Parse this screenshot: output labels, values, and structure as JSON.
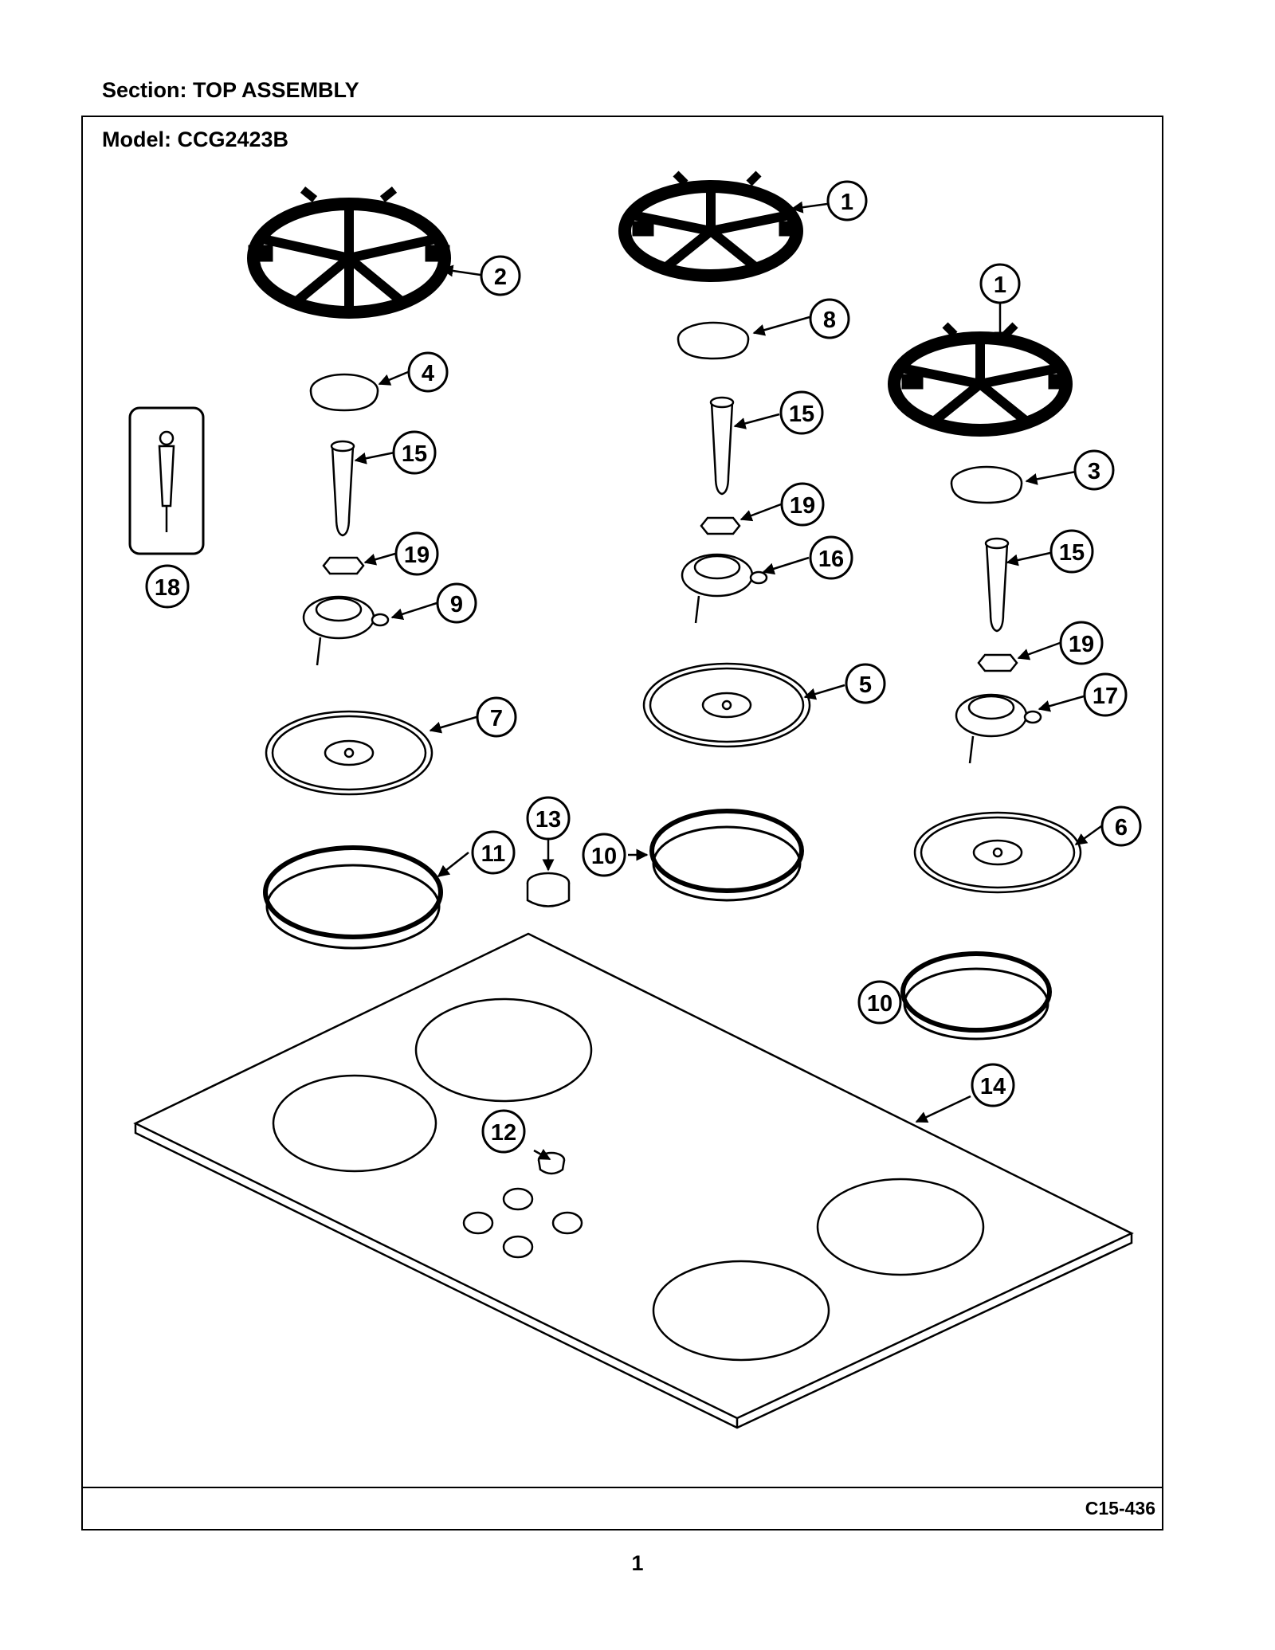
{
  "header": {
    "section_title": "Section:  TOP ASSEMBLY",
    "model_title": "Model:  CCG2423B"
  },
  "footer": {
    "diagram_code": "C15-436",
    "page_number": "1"
  },
  "callouts": [
    "1",
    "1",
    "2",
    "3",
    "4",
    "5",
    "6",
    "7",
    "8",
    "9",
    "10",
    "10",
    "11",
    "12",
    "13",
    "14",
    "15",
    "15",
    "15",
    "16",
    "17",
    "18",
    "19",
    "19",
    "19"
  ]
}
